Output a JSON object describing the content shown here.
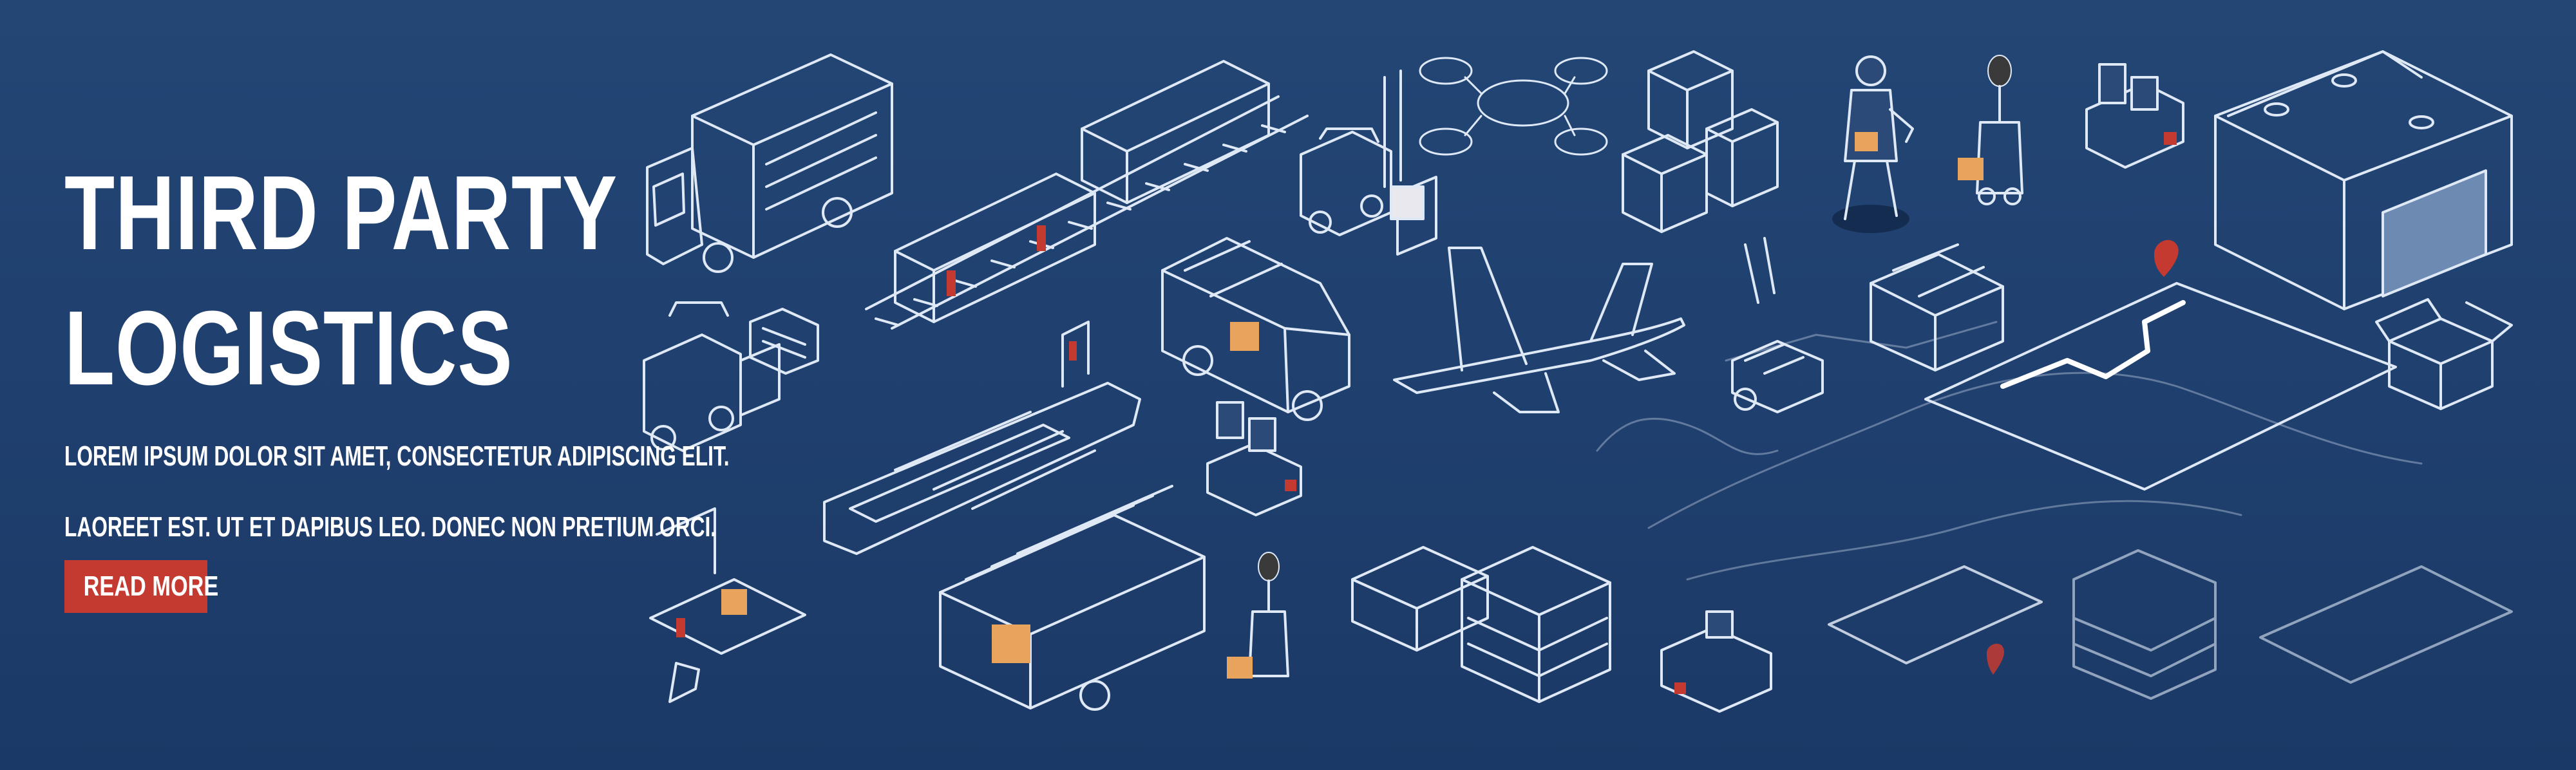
{
  "hero": {
    "title_line1": "THIRD PARTY",
    "title_line2": "LOGISTICS",
    "body_line1": "LOREM IPSUM DOLOR SIT AMET, CONSECTETUR ADIPISCING ELIT.",
    "body_line2": "LAOREET EST. UT ET DAPIBUS LEO. DONEC NON PRETIUM ORCI.",
    "cta_label": "READ MORE"
  },
  "colors": {
    "background": "#1f3f6e",
    "line_art": "#dfe9f6",
    "accent_red": "#c43a31",
    "box_orange": "#e8a35c"
  },
  "icons": [
    "box-truck-icon",
    "freight-train-icon",
    "forklift-icon",
    "drone-icon",
    "stacked-boxes-icon",
    "courier-icon",
    "delivery-robot-icon",
    "warehouse-icon",
    "pallet-forklift-icon",
    "cargo-van-icon",
    "airplane-icon",
    "cargo-ship-icon",
    "hand-truck-icon",
    "world-map-route-icon",
    "location-pin-icon",
    "conveyor-robot-arm-icon",
    "open-box-icon",
    "loaded-trailer-icon",
    "pallet-stack-icon",
    "tablet-map-icon"
  ]
}
